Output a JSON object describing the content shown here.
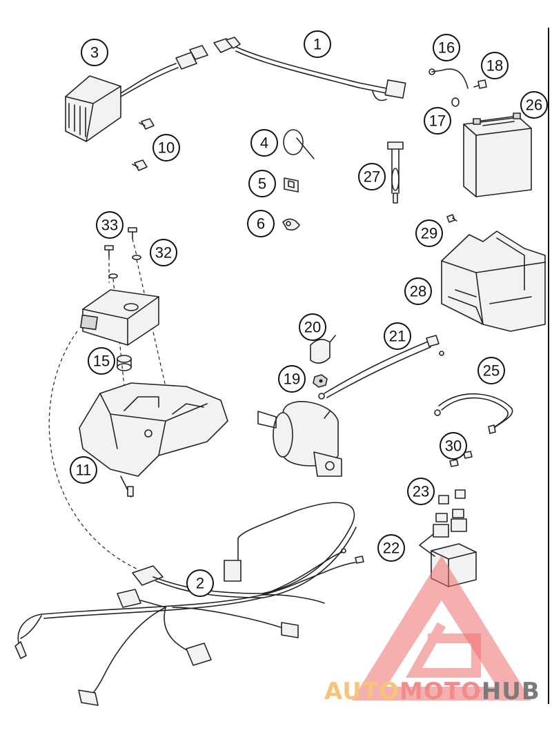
{
  "diagram": {
    "parts": [
      {
        "number": "1"
      },
      {
        "number": "2"
      },
      {
        "number": "3"
      },
      {
        "number": "4"
      },
      {
        "number": "5"
      },
      {
        "number": "6"
      },
      {
        "number": "10"
      },
      {
        "number": "11"
      },
      {
        "number": "15"
      },
      {
        "number": "16"
      },
      {
        "number": "17"
      },
      {
        "number": "18"
      },
      {
        "number": "19"
      },
      {
        "number": "20"
      },
      {
        "number": "21"
      },
      {
        "number": "22"
      },
      {
        "number": "23"
      },
      {
        "number": "25"
      },
      {
        "number": "26"
      },
      {
        "number": "27"
      },
      {
        "number": "28"
      },
      {
        "number": "29"
      },
      {
        "number": "30"
      },
      {
        "number": "32"
      },
      {
        "number": "33"
      }
    ]
  },
  "watermark": {
    "text_part1": "AUTO",
    "text_part2": "MOTO",
    "text_part3": "HUB",
    "color1": "#f7c37a",
    "color2": "#f08c8c",
    "color3": "#7a7a7a",
    "logo_color": "#ee6e6e"
  }
}
